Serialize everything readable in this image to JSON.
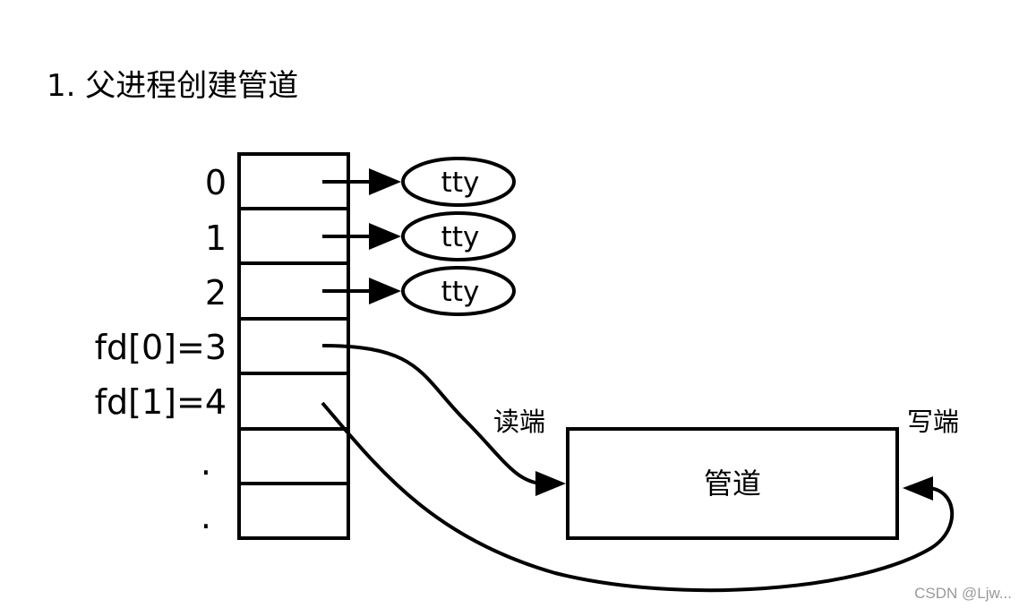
{
  "title": "1. 父进程创建管道",
  "fd_table": {
    "labels": [
      "0",
      "1",
      "2",
      "fd[0]=3",
      "fd[1]=4",
      ".",
      "."
    ]
  },
  "tty_nodes": [
    "tty",
    "tty",
    "tty"
  ],
  "pipe": {
    "label": "管道",
    "read_end_label": "读端",
    "write_end_label": "写端"
  },
  "watermark": "CSDN @Ljw..."
}
